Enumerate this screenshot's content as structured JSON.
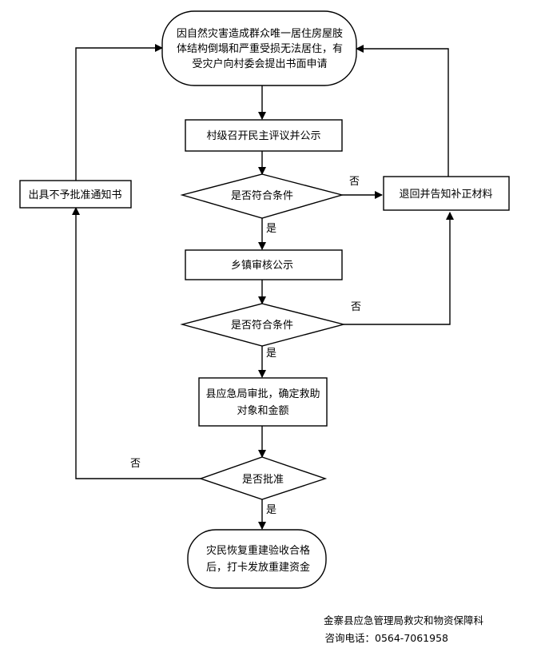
{
  "nodes": {
    "start": {
      "lines": [
        "因自然灾害造成群众唯一居住房屋肢",
        "体结构倒塌和严重受损无法居住，有",
        "受灾户向村委会提出书面申请"
      ]
    },
    "village_review": {
      "label": "村级召开民主评议并公示"
    },
    "decision_1": {
      "label": "是否符合条件"
    },
    "return_materials": {
      "label": "退回并告知补正材料"
    },
    "town_review": {
      "label": "乡镇审核公示"
    },
    "decision_2": {
      "label": "是否符合条件"
    },
    "county_approval": {
      "lines": [
        "县应急局审批，确定救助",
        "对象和金额"
      ]
    },
    "decision_3": {
      "label": "是否批准"
    },
    "rejection_notice": {
      "label": "出具不予批准通知书"
    },
    "end": {
      "lines": [
        "灾民恢复重建验收合格",
        "后，打卡发放重建资金"
      ]
    }
  },
  "edge_labels": {
    "yes": "是",
    "no": "否"
  },
  "footer": {
    "department": "金寨县应急管理局救灾和物资保障科",
    "phone": "咨询电话：0564-7061958"
  }
}
